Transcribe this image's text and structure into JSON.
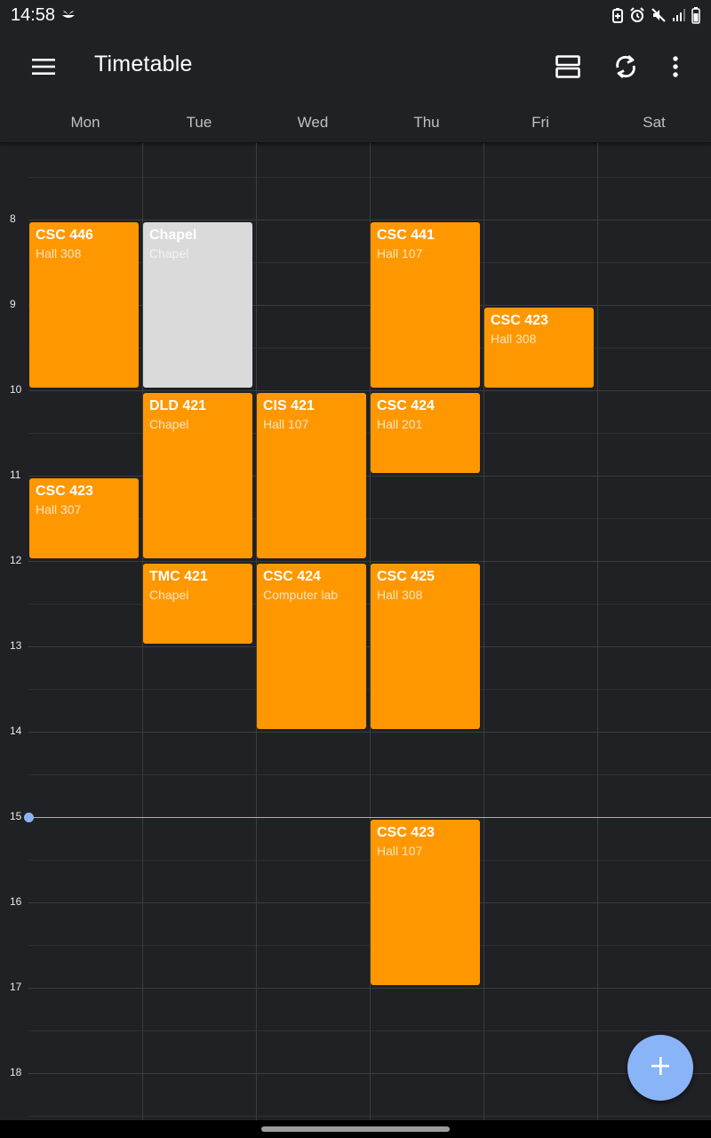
{
  "status_bar": {
    "time": "14:58",
    "icons": [
      "leaf-notification-icon",
      "battery-saver-icon",
      "alarm-icon",
      "mute-icon",
      "signal-icon",
      "battery-icon"
    ]
  },
  "app_bar": {
    "title": "Timetable",
    "icons": [
      "menu-icon",
      "view-agenda-icon",
      "sync-icon",
      "more-vert-icon"
    ]
  },
  "days": [
    "Mon",
    "Tue",
    "Wed",
    "Thu",
    "Fri",
    "Sat"
  ],
  "hours": [
    "8",
    "9",
    "10",
    "11",
    "12",
    "13",
    "14",
    "15",
    "16",
    "17",
    "18"
  ],
  "events": [
    {
      "title": "CSC 446",
      "room": "Hall 308",
      "day": "Mon",
      "start": "8:00",
      "end": "10:00",
      "color": "#ff9800"
    },
    {
      "title": "Chapel",
      "room": "Chapel",
      "day": "Tue",
      "start": "8:00",
      "end": "10:00",
      "color": "#dadada"
    },
    {
      "title": "CSC 441",
      "room": "Hall 107",
      "day": "Thu",
      "start": "8:00",
      "end": "10:00",
      "color": "#ff9800"
    },
    {
      "title": "CSC 423",
      "room": "Hall 308",
      "day": "Fri",
      "start": "9:00",
      "end": "10:00",
      "color": "#ff9800"
    },
    {
      "title": "DLD 421",
      "room": "Chapel",
      "day": "Tue",
      "start": "10:00",
      "end": "12:00",
      "color": "#ff9800"
    },
    {
      "title": "CIS 421",
      "room": "Hall 107",
      "day": "Wed",
      "start": "10:00",
      "end": "12:00",
      "color": "#ff9800"
    },
    {
      "title": "CSC 424",
      "room": "Hall 201",
      "day": "Thu",
      "start": "10:00",
      "end": "11:00",
      "color": "#ff9800"
    },
    {
      "title": "CSC 423",
      "room": "Hall 307",
      "day": "Mon",
      "start": "11:00",
      "end": "12:00",
      "color": "#ff9800"
    },
    {
      "title": "TMC 421",
      "room": "Chapel",
      "day": "Tue",
      "start": "12:00",
      "end": "13:00",
      "color": "#ff9800"
    },
    {
      "title": "CSC 424",
      "room": "Computer lab",
      "day": "Wed",
      "start": "12:00",
      "end": "14:00",
      "color": "#ff9800"
    },
    {
      "title": "CSC 425",
      "room": "Hall 308",
      "day": "Thu",
      "start": "12:00",
      "end": "14:00",
      "color": "#ff9800"
    },
    {
      "title": "CSC 423",
      "room": "Hall 107",
      "day": "Thu",
      "start": "15:00",
      "end": "17:00",
      "color": "#ff9800"
    }
  ],
  "current_time_indicator": "15:00",
  "fab": {
    "icon": "plus-icon"
  },
  "colors": {
    "accent": "#8ab4f8",
    "event": "#ff9800",
    "background": "#202124"
  }
}
